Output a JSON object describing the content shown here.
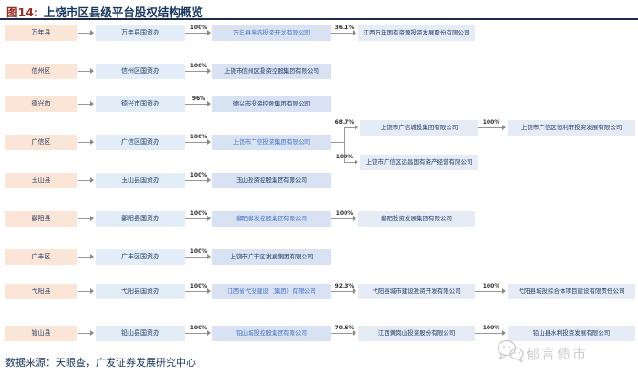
{
  "title": {
    "prefix": "图14:",
    "text": "上饶市区县级平台股权结构概览"
  },
  "source": "数据来源：天眼查，广发证券发展研究中心",
  "watermark": {
    "icon": "wechat-icon",
    "text": "郁言债市"
  },
  "colors": {
    "county_fill": "#fbe5d6",
    "office_fill": "#e2edf8",
    "company_fill": "#d9e2f3",
    "company_fill_light": "#e6ecf6",
    "text_navy": "#1f3864",
    "text_link_blue": "#4472c4",
    "title_prefix_red": "#9c2b21",
    "title_navy": "#17365d",
    "connector_gray": "#979797",
    "watermark_gray": "#cdcdcd"
  },
  "rows": [
    {
      "county": "万年县",
      "office": "万年县国资办",
      "chain": [
        {
          "pct": "100%",
          "label": "万年县神农投资开发有限公司",
          "link": true
        },
        {
          "pct": "36.1%",
          "label": "江西万年国有资源投资发展股份有限公司"
        }
      ]
    },
    {
      "county": "信州区",
      "office": "信州区国资办",
      "chain": [
        {
          "pct": "100%",
          "label": "上饶市信州区投资控股集团有限公司"
        }
      ]
    },
    {
      "county": "德兴市",
      "office": "德兴市国资办",
      "chain": [
        {
          "pct": "96%",
          "label": "德兴市投资控股集团有限公司"
        }
      ]
    },
    {
      "county": "广信区",
      "office": "广信区国资办",
      "chain": [
        {
          "pct": "100%",
          "label": "上饶市广信投资集团有限公司",
          "link": true
        }
      ],
      "branches": [
        {
          "pct": "68.7%",
          "label": "上饶市广信城投集团有限公司",
          "chain": [
            {
              "pct": "100%",
              "label": "上饶市广信区恒利轩投资发展有限公司"
            }
          ]
        },
        {
          "pct": "100%",
          "label": "上饶市广信区远昌国有资产经营有限公司"
        }
      ]
    },
    {
      "county": "玉山县",
      "office": "玉山县国资办",
      "chain": [
        {
          "pct": "100%",
          "label": "玉山投资控股集团有限公司"
        }
      ]
    },
    {
      "county": "鄱阳县",
      "office": "鄱阳县国资办",
      "chain": [
        {
          "pct": "100%",
          "label": "鄱阳鄱发控股集团有限公司",
          "link": true
        },
        {
          "pct": "100%",
          "label": "鄱阳投资发展集团有限公司"
        }
      ]
    },
    {
      "county": "广丰区",
      "office": "广丰区国资办",
      "chain": [
        {
          "pct": "100%",
          "label": "上饶市广丰区发展集团有限公司"
        }
      ]
    },
    {
      "county": "弋阳县",
      "office": "弋阳县国资办",
      "chain": [
        {
          "pct": "100%",
          "label": "江西省弋投建设（集团）有限公司",
          "link": true
        },
        {
          "pct": "92.3%",
          "label": "弋阳县城市建设投资开发有限公司"
        },
        {
          "pct": "100%",
          "label": "弋阳县城投综合体项目建设有限责任公司"
        }
      ]
    },
    {
      "county": "铅山县",
      "office": "铅山县国资办",
      "chain": [
        {
          "pct": "100%",
          "label": "铅山城投控股集团有限公司",
          "link": true
        },
        {
          "pct": "70.6%",
          "label": "江西黄岗山投资股份有限公司"
        },
        {
          "pct": "100%",
          "label": "铅山县水利投资发展有限公司"
        }
      ]
    }
  ]
}
